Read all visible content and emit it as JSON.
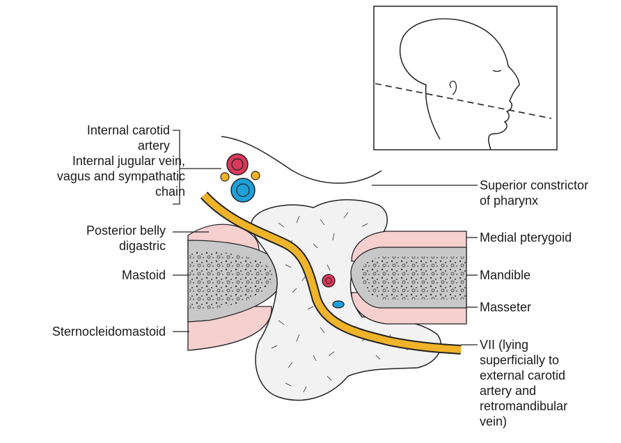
{
  "labels": {
    "internal_carotid": [
      "Internal carotid",
      "artery"
    ],
    "internal_jugular": [
      "Internal jugular vein,",
      "vagus and sympathatic",
      "chain"
    ],
    "posterior_belly": [
      "Posterior belly",
      "digastric"
    ],
    "mastoid": "Mastoid",
    "sternocleidomastoid": "Sternocleidomastoid",
    "superior_constrictor": [
      "Superior constrictor",
      "of pharynx"
    ],
    "medial_pterygoid": "Medial pterygoid",
    "mandible": "Mandible",
    "masseter": "Masseter",
    "vii": [
      "VII (lying",
      "superficially to",
      "external carotid",
      "artery and",
      "retromandibular",
      "vein)"
    ]
  },
  "colors": {
    "artery": "#d8385a",
    "vein": "#1ea0d8",
    "nerve": "#f0b42a",
    "muscle": "#f6cfcf",
    "bone": "#c8c8c8",
    "gland": "#f2f2f2"
  }
}
